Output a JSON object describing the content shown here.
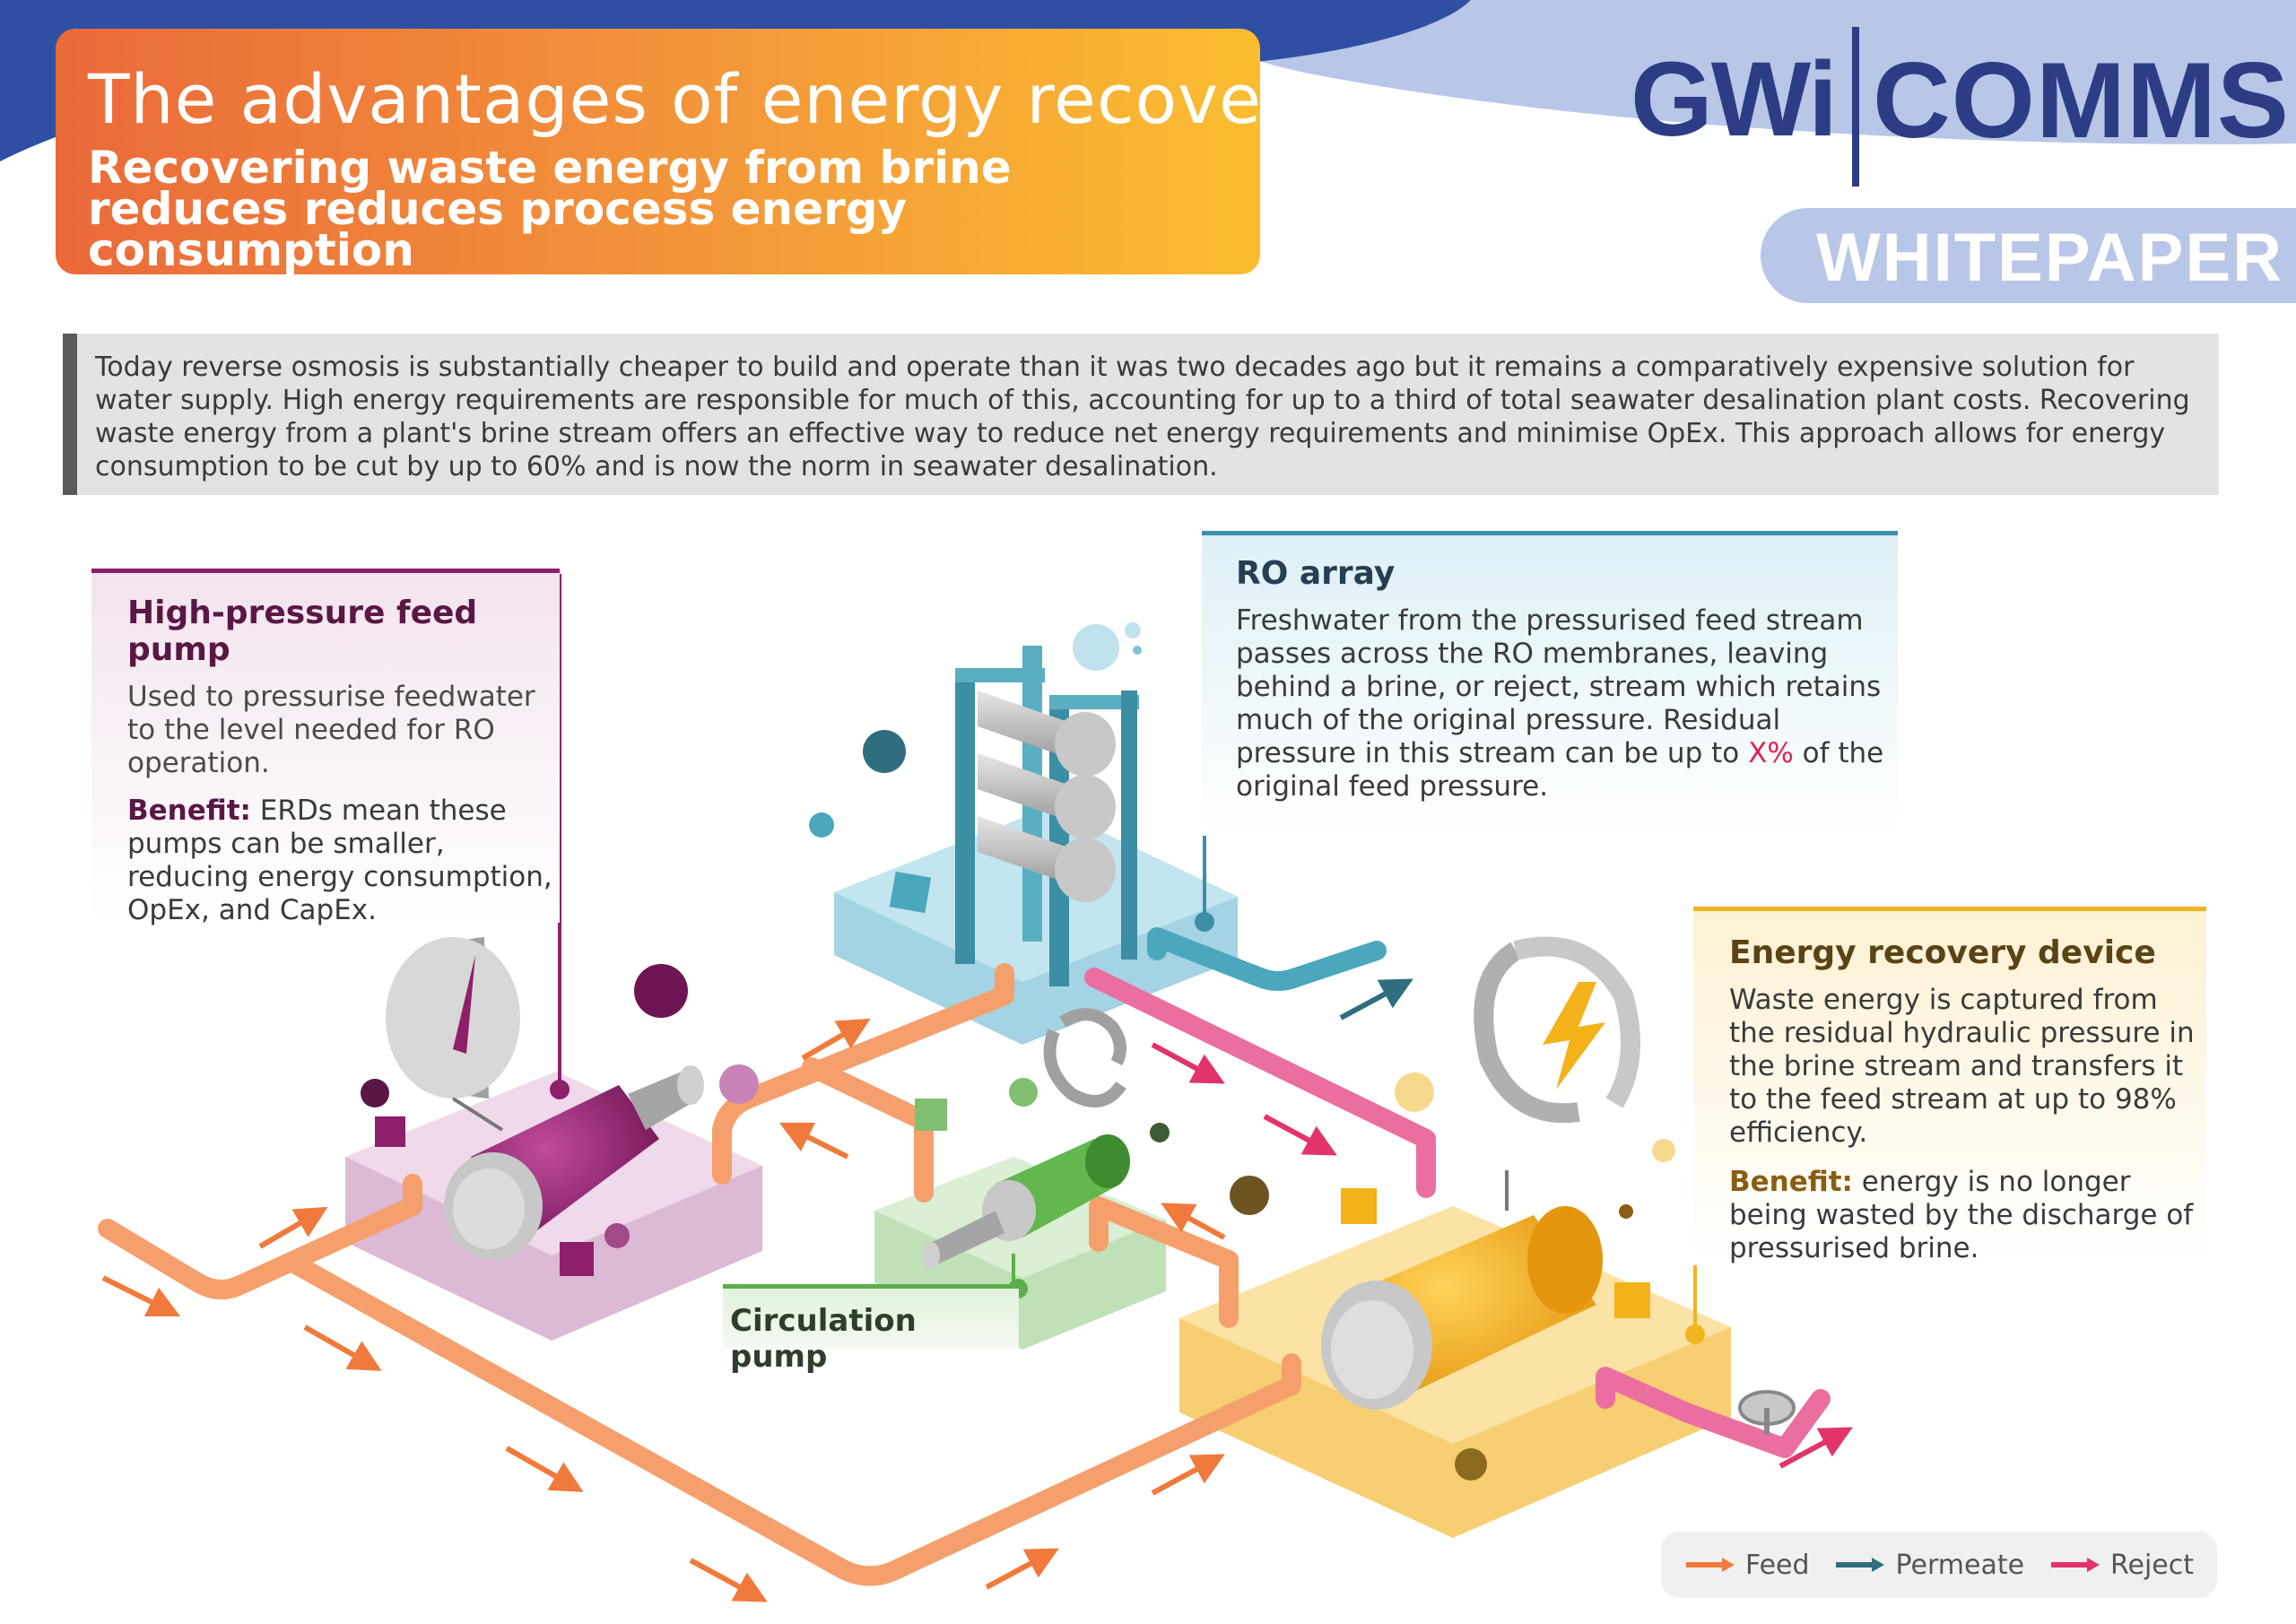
{
  "header": {
    "title": "The advantages of energy recovery",
    "subtitle": "Recovering waste energy from brine reduces reduces process energy consumption"
  },
  "logo": {
    "left": "GWi",
    "right": "COMMS",
    "badge": "WHITEPAPER"
  },
  "intro": "Today reverse osmosis is substantially cheaper to build and operate than it was two decades ago but it remains a comparatively expensive solution for water supply. High energy requirements are responsible for much of this, accounting for up to a third of total seawater desalination plant costs. Recovering waste energy from a plant's brine stream offers an effective way to reduce net energy requirements and minimise OpEx. This approach allows for energy consumption to be cut by up to 60% and is now the norm in seawater desalination.",
  "callouts": {
    "feed_pump": {
      "title": "High-pressure feed pump",
      "body": "Used to pressurise feedwater to the level needed for RO operation.",
      "benefit_label": "Benefit:",
      "benefit_text": " ERDs mean these pumps can be smaller, reducing energy consumption, OpEx, and CapEx."
    },
    "ro_array": {
      "title": "RO array",
      "body_before": "Freshwater from the pressurised feed stream passes across the RO membranes, leaving behind a brine, or reject, stream which retains much of the original pressure. Residual pressure in this stream can be up to ",
      "highlight": "X%",
      "body_after": " of the original feed pressure."
    },
    "erd": {
      "title": "Energy recovery device",
      "body": "Waste energy is captured from the residual hydraulic pressure in the brine stream and transfers it to the feed stream at up to 98% efficiency.",
      "benefit_label": "Benefit:",
      "benefit_text": " energy is no longer being wasted by the discharge of pressurised brine."
    },
    "circulation_pump": {
      "label": "Circulation pump"
    }
  },
  "legend": [
    {
      "label": "Feed",
      "color": "#f07a3c"
    },
    {
      "label": "Permeate",
      "color": "#2f6f7d"
    },
    {
      "label": "Reject",
      "color": "#e2336b"
    }
  ],
  "colors": {
    "feed_pipe": "#f5a06c",
    "feed_arrow": "#f07a3c",
    "permeate_pipe": "#4aa7bd",
    "reject_pipe": "#ea6fa0",
    "pump_platform": "#ecd3e7",
    "ro_platform": "#b9e1ee",
    "circ_platform": "#d5ecd0",
    "erd_platform": "#fbe1a0",
    "pump_body": "#8d1f6b",
    "circ_body": "#62b84f",
    "erd_body": "#f3b21a"
  }
}
